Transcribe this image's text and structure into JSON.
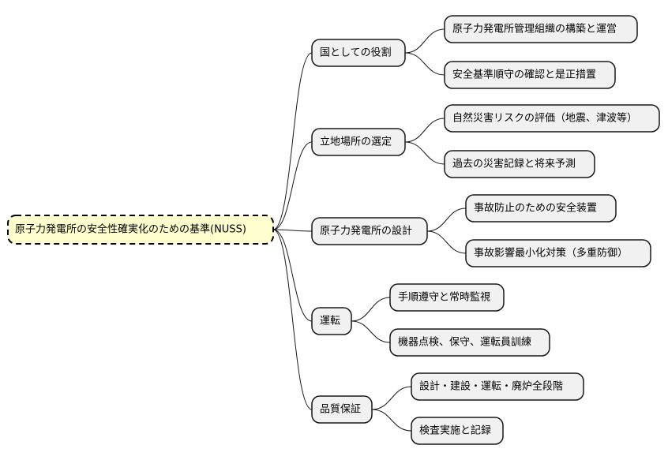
{
  "root": {
    "label": "原子力発電所の安全性確実化のための基準(NUSS)",
    "children": [
      {
        "label": "国としての役割",
        "children": [
          {
            "label": "原子力発電所管理組織の構築と運営"
          },
          {
            "label": "安全基準順守の確認と是正措置"
          }
        ]
      },
      {
        "label": "立地場所の選定",
        "children": [
          {
            "label": "自然災害リスクの評価（地震、津波等）"
          },
          {
            "label": "過去の災害記録と将来予測"
          }
        ]
      },
      {
        "label": "原子力発電所の設計",
        "children": [
          {
            "label": "事故防止のための安全装置"
          },
          {
            "label": "事故影響最小化対策（多重防御）"
          }
        ]
      },
      {
        "label": "運転",
        "children": [
          {
            "label": "手順遵守と常時監視"
          },
          {
            "label": "機器点検、保守、運転員訓練"
          }
        ]
      },
      {
        "label": "品質保証",
        "children": [
          {
            "label": "設計・建設・運転・廃炉全段階"
          },
          {
            "label": "検査実施と記録"
          }
        ]
      }
    ]
  }
}
